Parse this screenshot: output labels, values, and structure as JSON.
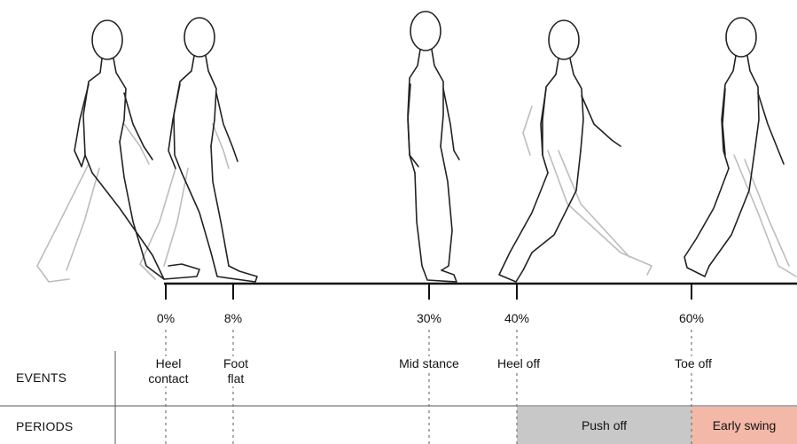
{
  "timeline": {
    "markers": [
      {
        "label": "0%"
      },
      {
        "label": "8%"
      },
      {
        "label": "30%"
      },
      {
        "label": "40%"
      },
      {
        "label": "60%"
      }
    ]
  },
  "events": {
    "row_label": "EVENTS",
    "items": [
      {
        "line1": "Heel",
        "line2": "contact"
      },
      {
        "line1": "Foot",
        "line2": "flat"
      },
      {
        "line1": "Mid stance",
        "line2": ""
      },
      {
        "line1": "Heel off",
        "line2": ""
      },
      {
        "line1": "Toe off",
        "line2": ""
      }
    ]
  },
  "periods": {
    "row_label": "PERIODS",
    "items": [
      {
        "label": "Push off",
        "color": "#c8c8c8"
      },
      {
        "label": "Early swing",
        "color": "#f4b8a8"
      }
    ]
  },
  "colors": {
    "line": "#111111",
    "figure_front": "#222222",
    "figure_back": "#bdbdbd"
  }
}
